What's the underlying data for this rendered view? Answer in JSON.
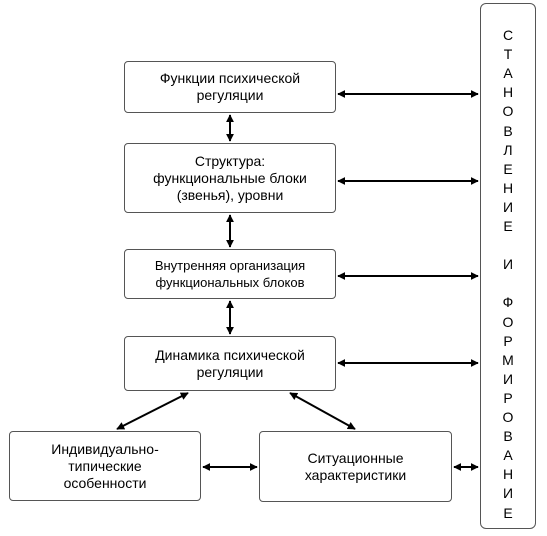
{
  "boxes": {
    "functions": "Функции психической\nрегуляции",
    "structure": "Структура:\nфункциональные блоки\n(звенья), уровни",
    "internal": "Внутренняя организация\nфункциональных блоков",
    "dynamics": "Динамика психической\nрегуляции",
    "individual": "Индивидуально-\nтипические\nособенности",
    "situational": "Ситуационные\nхарактеристики"
  },
  "side_label": [
    "С",
    "Т",
    "А",
    "Н",
    "О",
    "В",
    "Л",
    "Е",
    "Н",
    "И",
    "Е",
    "",
    "И",
    "",
    "Ф",
    "О",
    "Р",
    "М",
    "И",
    "Р",
    "О",
    "В",
    "А",
    "Н",
    "И",
    "Е"
  ],
  "colors": {
    "line": "#000000",
    "border": "#555555"
  }
}
